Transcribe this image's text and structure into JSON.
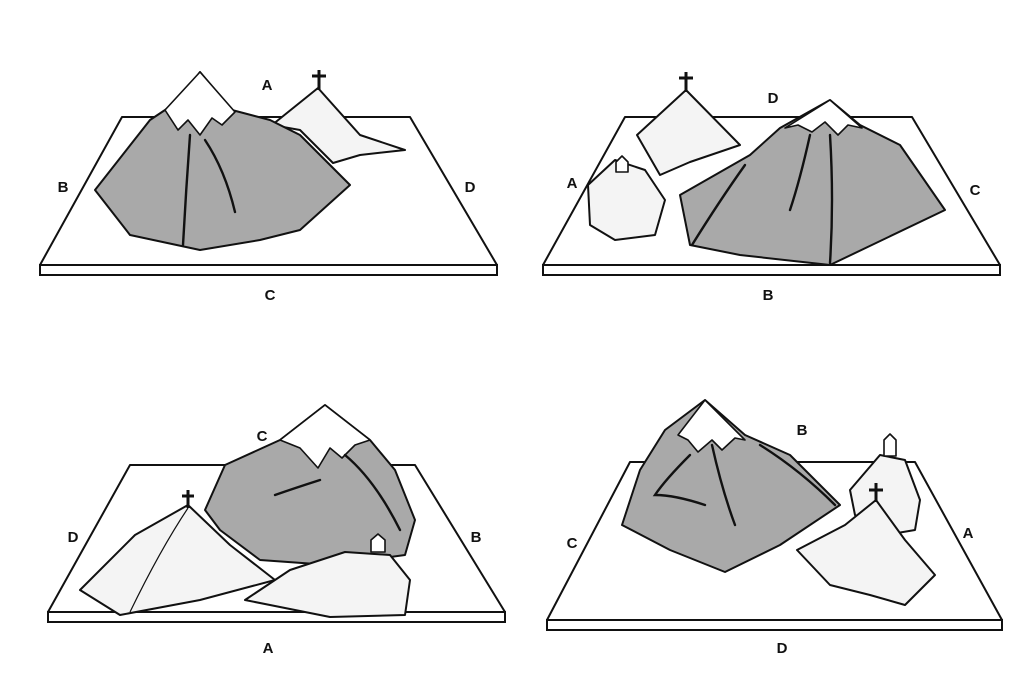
{
  "panels": [
    {
      "id": "view-1",
      "labels": {
        "top": "A",
        "left": "B",
        "right": "D",
        "bottom": "C"
      }
    },
    {
      "id": "view-2",
      "labels": {
        "top": "D",
        "left": "A",
        "right": "C",
        "bottom": "B"
      }
    },
    {
      "id": "view-3",
      "labels": {
        "top": "C",
        "left": "D",
        "right": "B",
        "bottom": "A"
      }
    },
    {
      "id": "view-4",
      "labels": {
        "top": "B",
        "left": "C",
        "right": "A",
        "bottom": "D"
      }
    }
  ],
  "colors": {
    "mountain_dark": "#a9a9a9",
    "mountain_light": "#f4f4f4",
    "line": "#111111"
  },
  "icons": [
    "cross-icon",
    "house-icon"
  ]
}
